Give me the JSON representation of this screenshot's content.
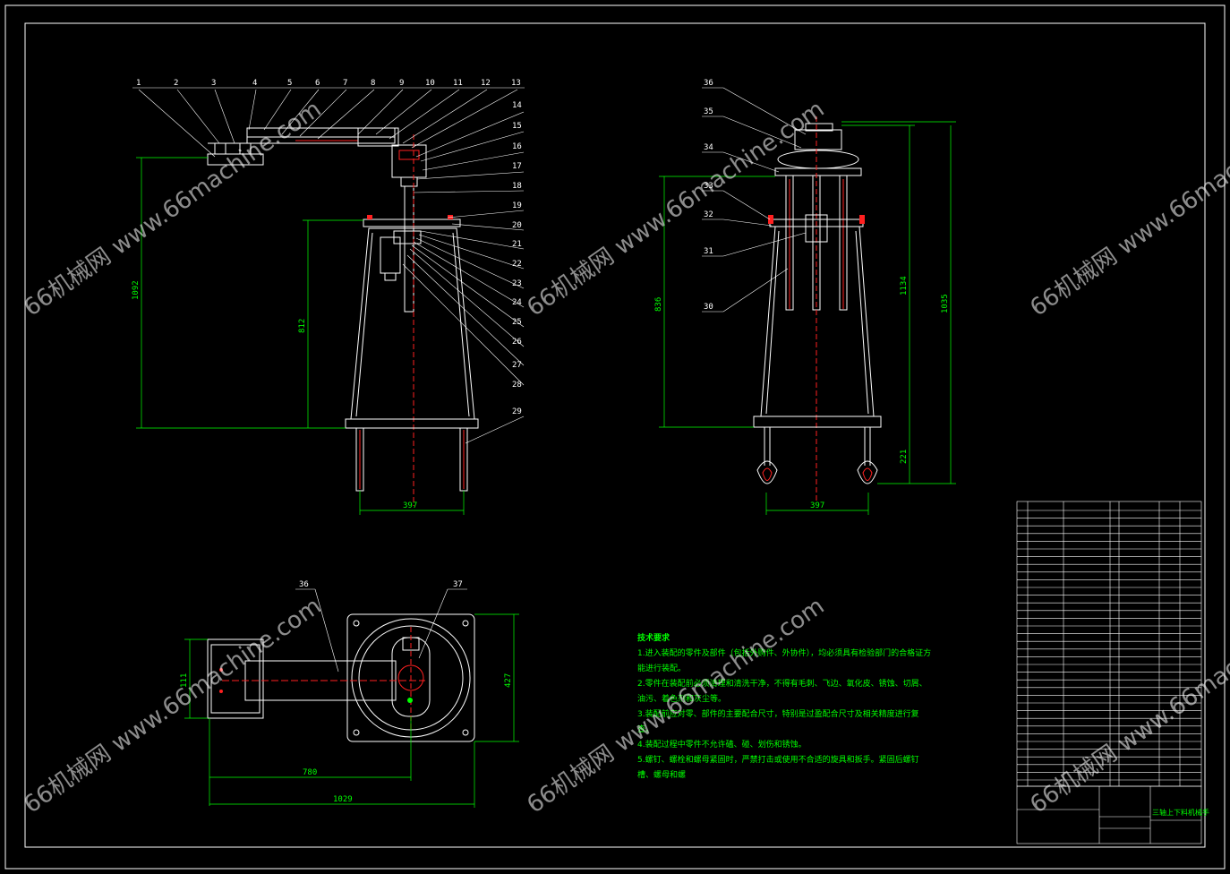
{
  "drawing": {
    "title_block_title": "三轴上下料机械手",
    "colors": {
      "background": "#000000",
      "frame": "#ffffff",
      "dim": "#00ff00",
      "center": "#ff2020",
      "part": "#ffffff"
    },
    "front_view": {
      "part_numbers": [
        "1",
        "2",
        "3",
        "4",
        "5",
        "6",
        "7",
        "8",
        "9",
        "10",
        "11",
        "12",
        "13",
        "14",
        "15",
        "16",
        "17",
        "18",
        "19",
        "20",
        "21",
        "22",
        "23",
        "24",
        "25",
        "26",
        "27",
        "28",
        "29"
      ],
      "dims": {
        "height_total": "1092",
        "height_inner": "812",
        "width": "397"
      }
    },
    "side_view": {
      "part_numbers": [
        "36",
        "35",
        "34",
        "33",
        "32",
        "31",
        "30"
      ],
      "dims": {
        "h1": "836",
        "h2": "1134",
        "h3": "1035",
        "h4": "221",
        "width": "397"
      }
    },
    "top_view": {
      "part_numbers": [
        "36",
        "37"
      ],
      "dims": {
        "d1": "111",
        "d2": "427",
        "d3": "780",
        "d4": "1029"
      }
    },
    "technical_notes": {
      "title": "技术要求",
      "items": [
        "1.进入装配的零件及部件（包括外购件、外协件），均必须具有检验部门的合格证方能进行装配。",
        "2.零件在装配前必须清理和清洗干净，不得有毛刺、飞边、氧化皮、锈蚀、切屑、油污、着色剂和灰尘等。",
        "3.装配前应对零、部件的主要配合尺寸，特别是过盈配合尺寸及相关精度进行复查。",
        "4.装配过程中零件不允许磕、碰、划伤和锈蚀。",
        "5.螺钉、螺栓和螺母紧固时，严禁打击或使用不合适的旋具和扳手。紧固后螺钉槽、螺母和螺"
      ]
    }
  },
  "watermarks": [
    "66机械网 www.66machine.com",
    "66机械网 www.66machine.com",
    "66机械网 www.66machine.com",
    "66机械网 www.66machine.com",
    "66机械网 www.66machine.com",
    "66机械网 www.66machine.com"
  ]
}
